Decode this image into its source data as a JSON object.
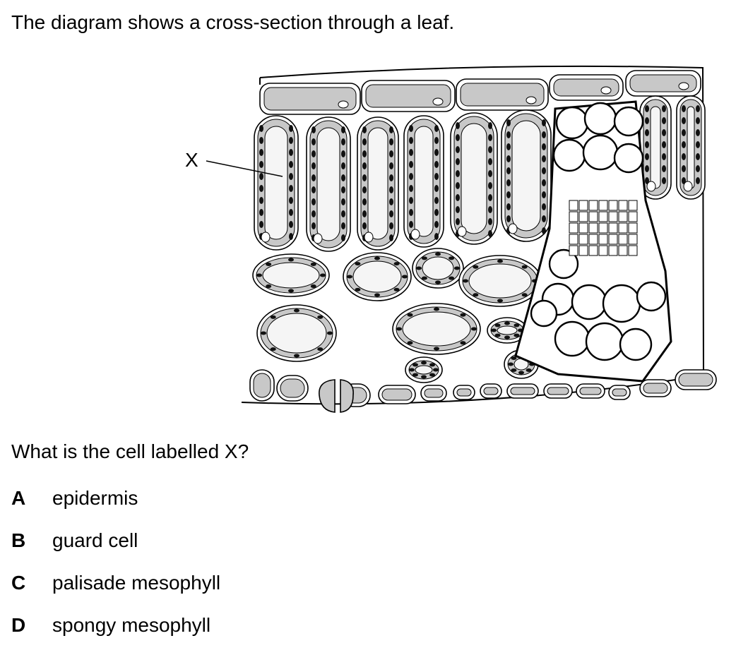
{
  "intro_text": "The diagram shows a cross-section through a leaf.",
  "diagram": {
    "label_x": "X"
  },
  "question_text": "What is the cell labelled X?",
  "options": [
    {
      "letter": "A",
      "text": "epidermis"
    },
    {
      "letter": "B",
      "text": "guard cell"
    },
    {
      "letter": "C",
      "text": "palisade mesophyll"
    },
    {
      "letter": "D",
      "text": "spongy mesophyll"
    }
  ],
  "colors": {
    "cytoplasm": "#c8c8c8",
    "vacuole": "#f5f5f5",
    "chloroplast": "#111111",
    "outline": "#000000"
  }
}
